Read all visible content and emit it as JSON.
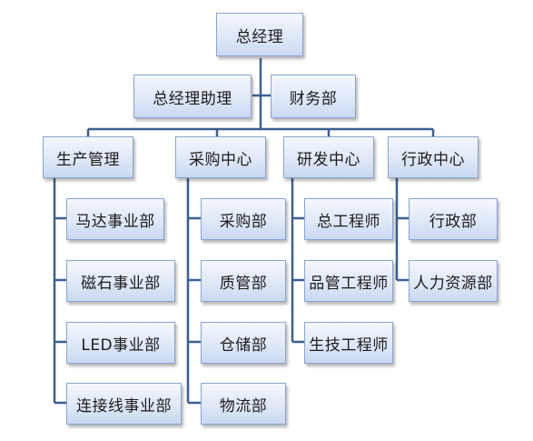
{
  "org": {
    "ceo": "总经理",
    "assistant": "总经理助理",
    "finance": "财务部",
    "departments": [
      {
        "name": "生产管理",
        "units": [
          "马达事业部",
          "磁石事业部",
          "LED事业部",
          "连接线事业部"
        ]
      },
      {
        "name": "采购中心",
        "units": [
          "采购部",
          "质管部",
          "仓储部",
          "物流部"
        ]
      },
      {
        "name": "研发中心",
        "units": [
          "总工程师",
          "品管工程师",
          "生技工程师"
        ]
      },
      {
        "name": "行政中心",
        "units": [
          "行政部",
          "人力资源部"
        ]
      }
    ]
  }
}
